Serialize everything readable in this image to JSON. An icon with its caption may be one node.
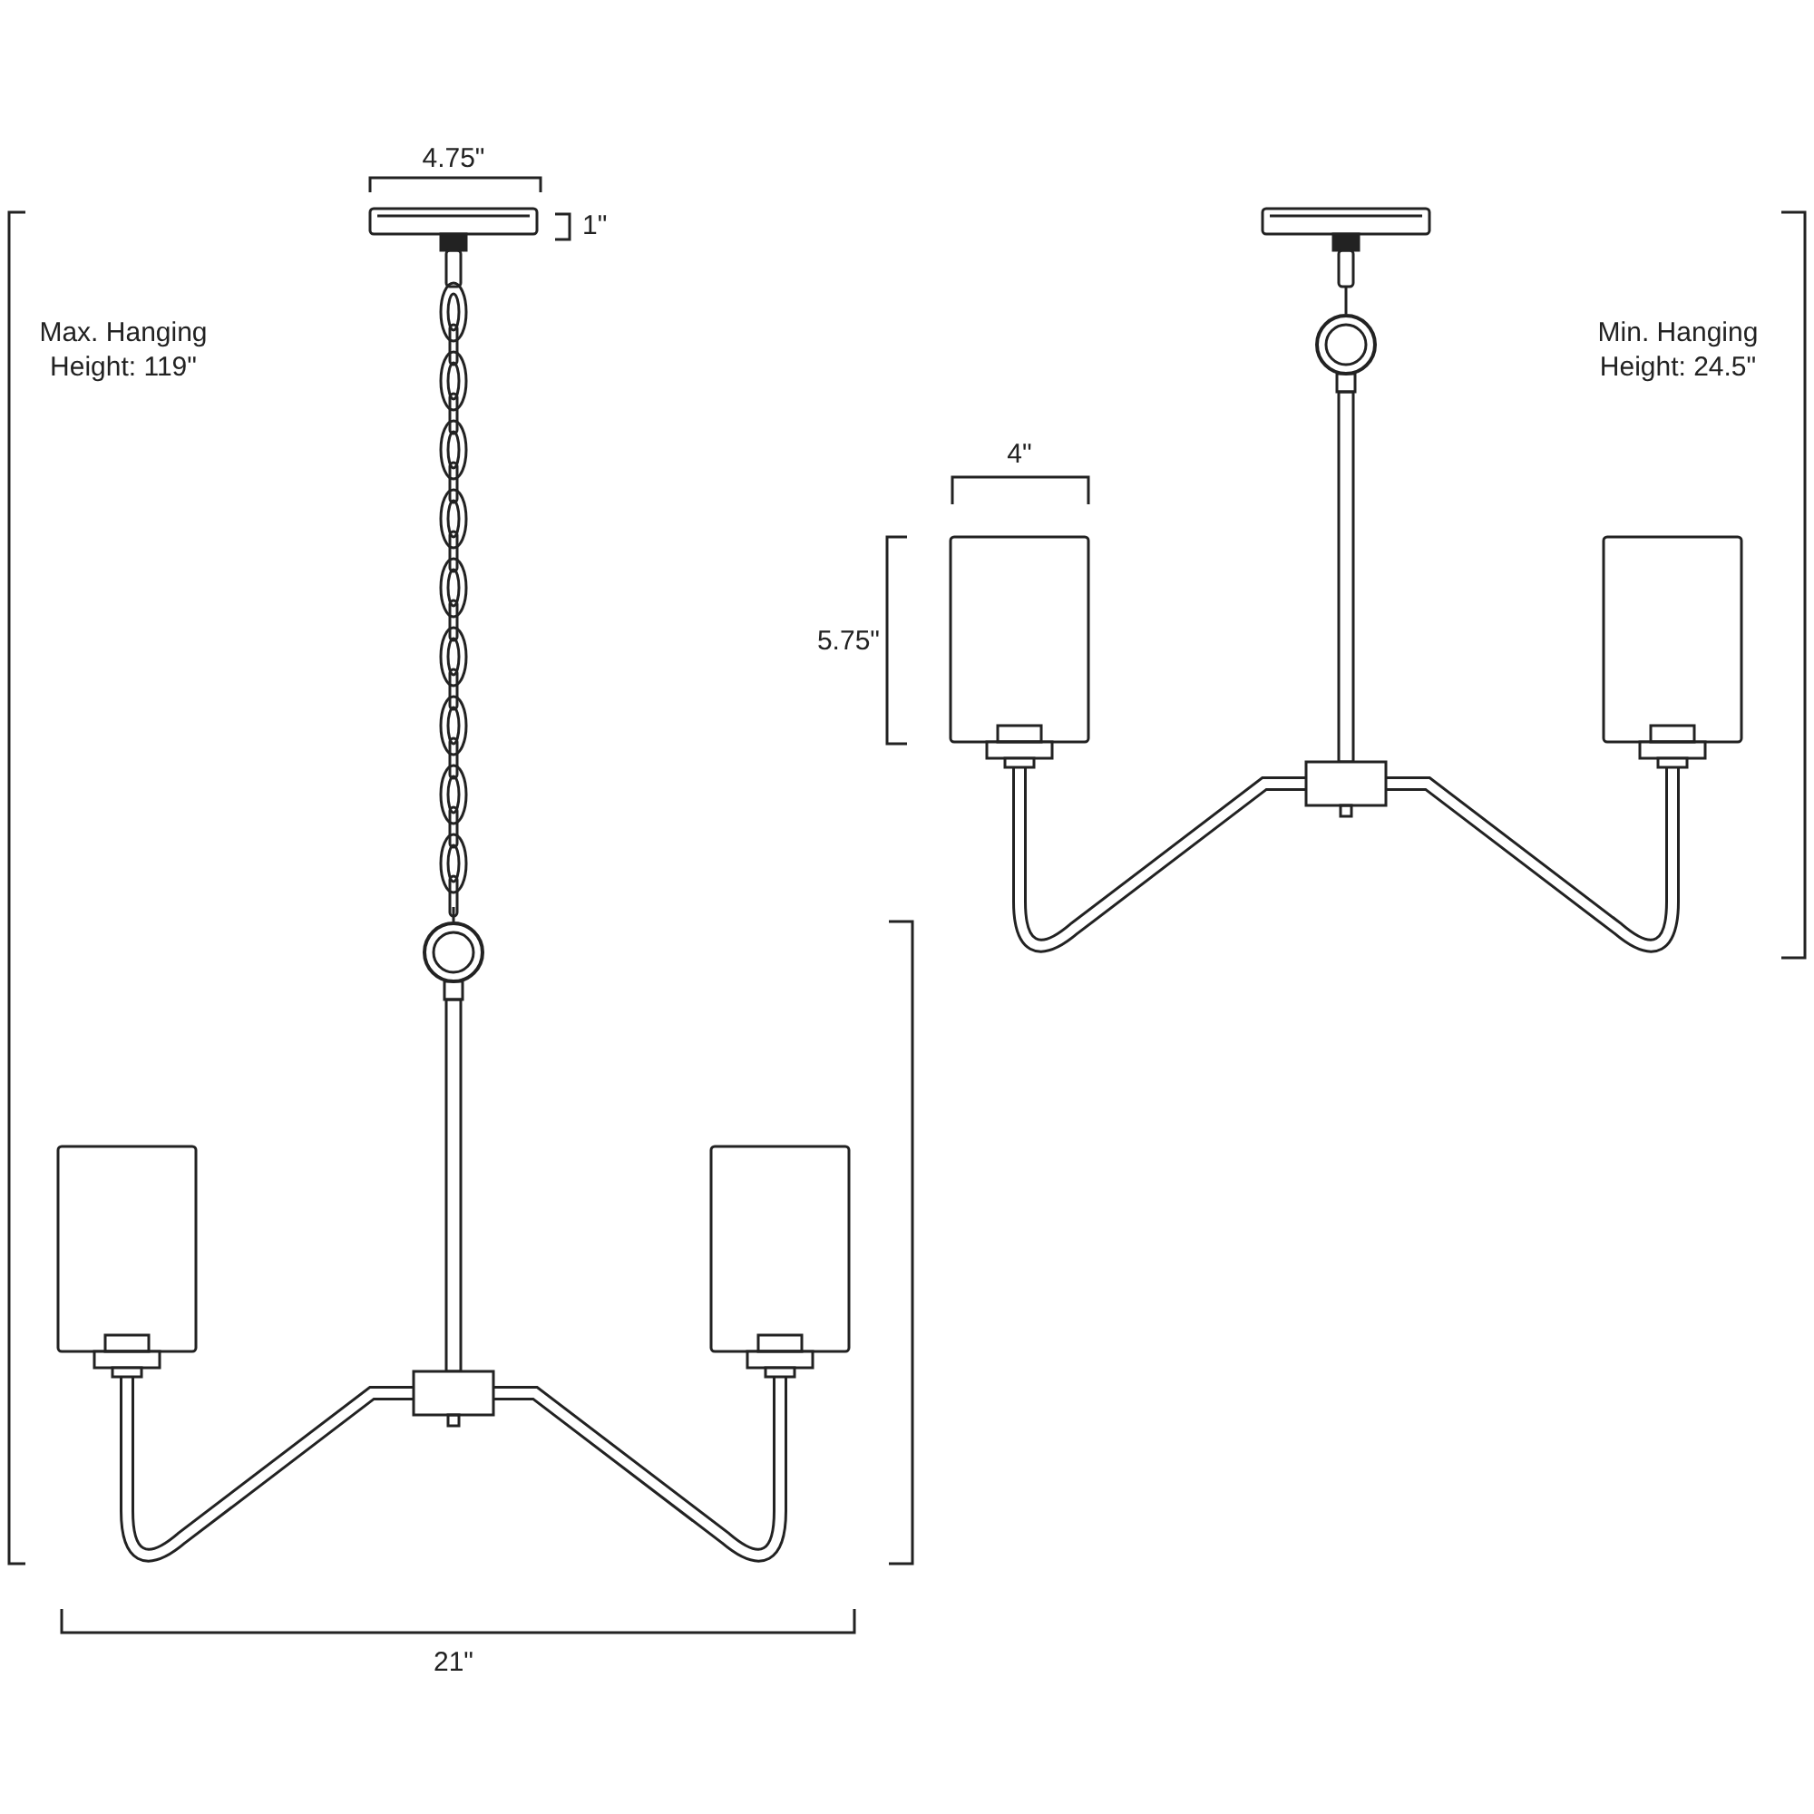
{
  "diagram": {
    "labels": [
      "4.75\"",
      "1\"",
      "Max. Hanging Height: 119\"",
      "Min. Hanging Height: 24.5\"",
      "4\"",
      "5.75\"",
      "21\""
    ]
  }
}
